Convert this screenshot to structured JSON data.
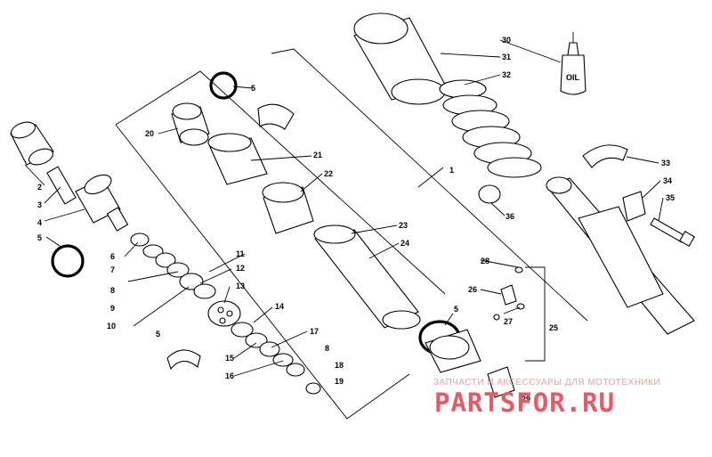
{
  "diagram": {
    "part_numbers": [
      "1",
      "2",
      "3",
      "4",
      "5",
      "6",
      "7",
      "8",
      "9",
      "10",
      "11",
      "12",
      "13",
      "14",
      "15",
      "16",
      "17",
      "18",
      "19",
      "20",
      "21",
      "22",
      "23",
      "24",
      "25",
      "26",
      "27",
      "28",
      "29",
      "30",
      "31",
      "32",
      "33",
      "34",
      "35",
      "36"
    ],
    "oil_label": "OIL"
  },
  "watermark": {
    "top_text": "ЗАПЧАСТИ И АКСЕССУАРЫ ДЛЯ МОТОТЕХНИКИ",
    "brand": "PARTSFOR.RU"
  },
  "colors": {
    "line": "#000000",
    "watermark_light": "#e9a0a6",
    "watermark_brand": "#e65a68"
  }
}
